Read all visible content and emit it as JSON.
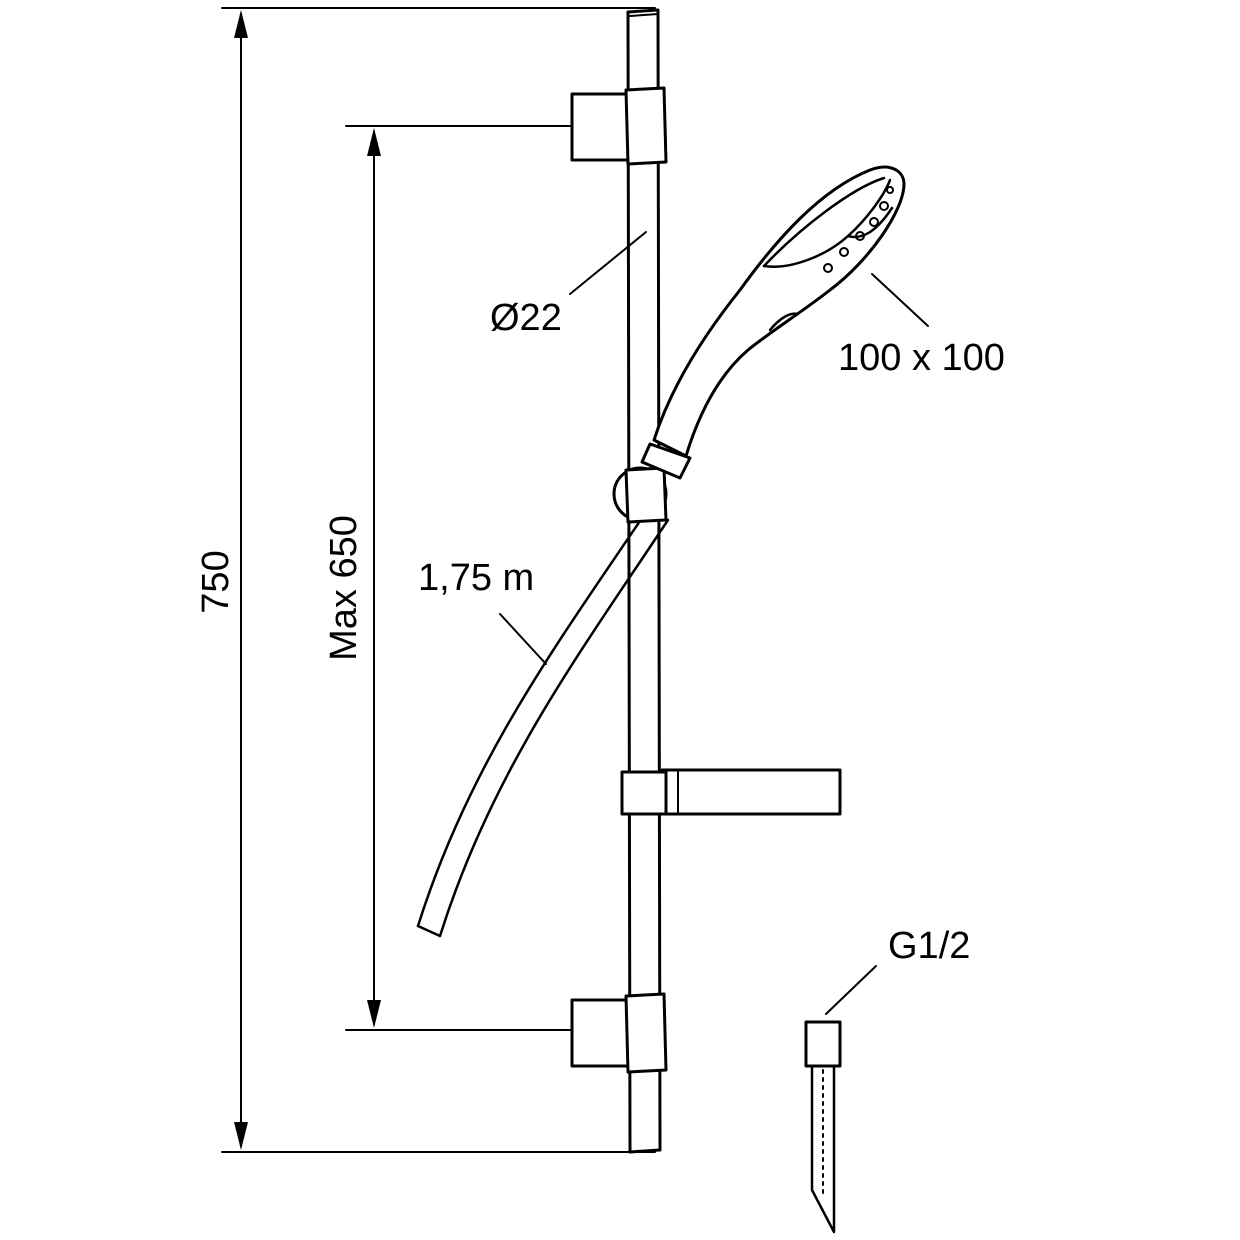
{
  "dimensions": {
    "overall_length": "750",
    "max_bracket_distance": "Max 650",
    "rail_diameter": "Ø22",
    "hose_length": "1,75 m",
    "shower_head_size": "100 x 100",
    "connection_thread": "G1/2"
  },
  "colors": {
    "line": "#000000",
    "background": "#ffffff"
  }
}
